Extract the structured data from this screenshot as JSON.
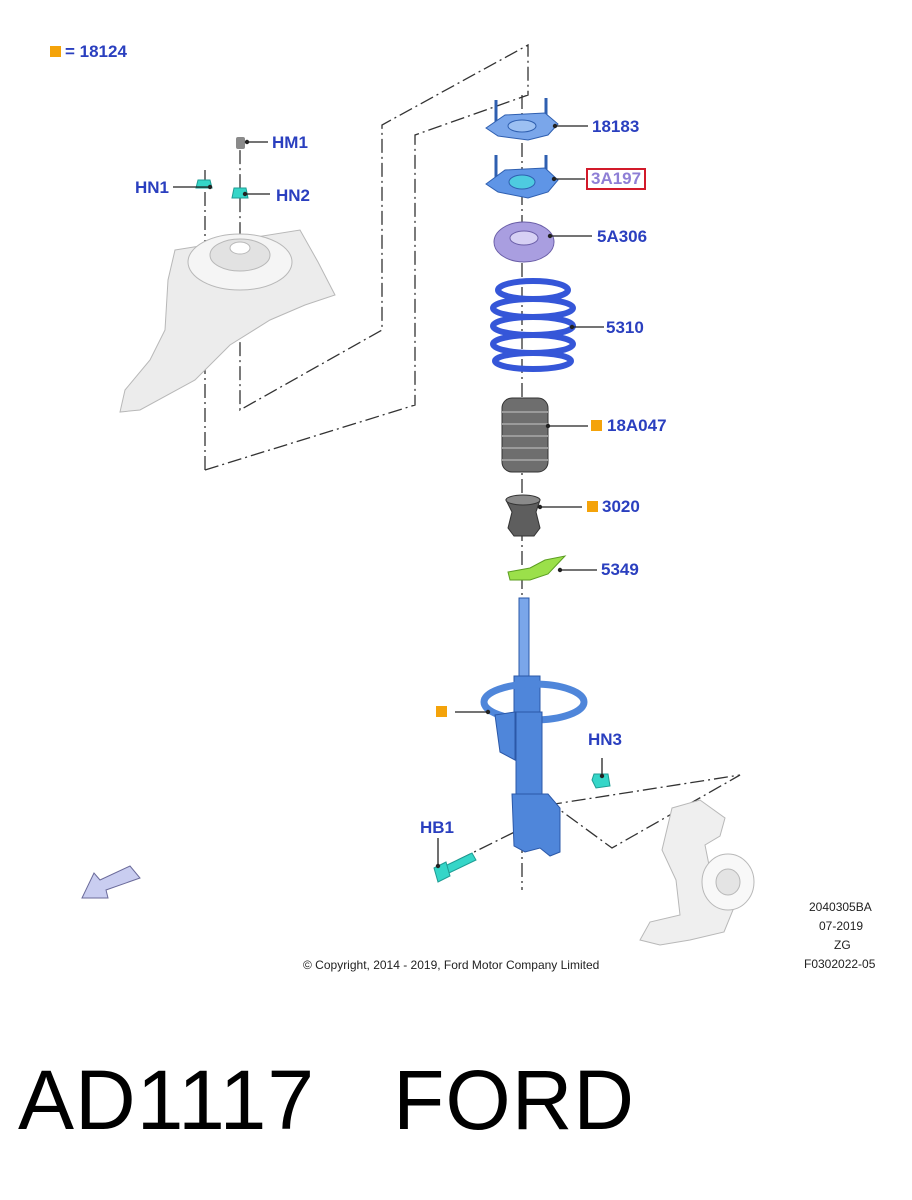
{
  "legend": {
    "text": "= 18124",
    "color": "#f4a30a"
  },
  "labels": {
    "hm1": "HM1",
    "hn1": "HN1",
    "hn2": "HN2",
    "hn3": "HN3",
    "hb1": "HB1",
    "p18183": "18183",
    "p3a197": "3A197",
    "p5a306": "5A306",
    "p5310": "5310",
    "p18a047": "18A047",
    "p3020": "3020",
    "p5349": "5349"
  },
  "meta": {
    "code1": "2040305BA",
    "date": "07-2019",
    "zg": "ZG",
    "code2": "F0302022-05"
  },
  "copyright": "© Copyright, 2014 - 2019, Ford Motor Company Limited",
  "footer": {
    "part_number": "AD1117",
    "brand": "FORD"
  },
  "colors": {
    "label_blue": "#2a3fbf",
    "part_blue": "#5a8fe0",
    "highlight_red": "#d21a2a",
    "accent_orange": "#f4a30a",
    "bracket_green": "#9be04a",
    "nut_cyan": "#35d6c8"
  }
}
